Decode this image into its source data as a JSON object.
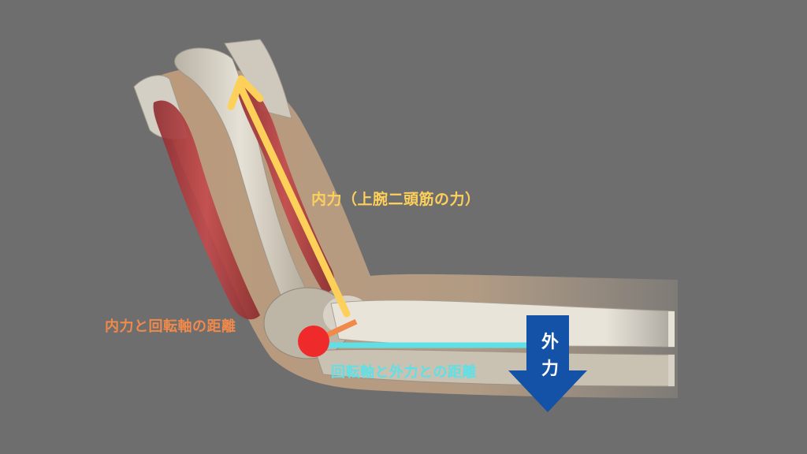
{
  "labels": {
    "internal_force": "内力（上腕二頭筋の力）",
    "internal_force_distance": "内力と回転軸の距離",
    "external_force_distance": "回転軸と外力との距離",
    "external_force_char1": "外",
    "external_force_char2": "力"
  },
  "colors": {
    "background": "#6e6e6e",
    "internal_force": "#fdd05a",
    "internal_force_distance": "#f0894a",
    "external_force_distance": "#5fe0e6",
    "external_force_arrow": "#1452a8",
    "external_force_text": "#ffffff",
    "pivot": "#ef2a2a",
    "muscle": "#b8363a"
  }
}
